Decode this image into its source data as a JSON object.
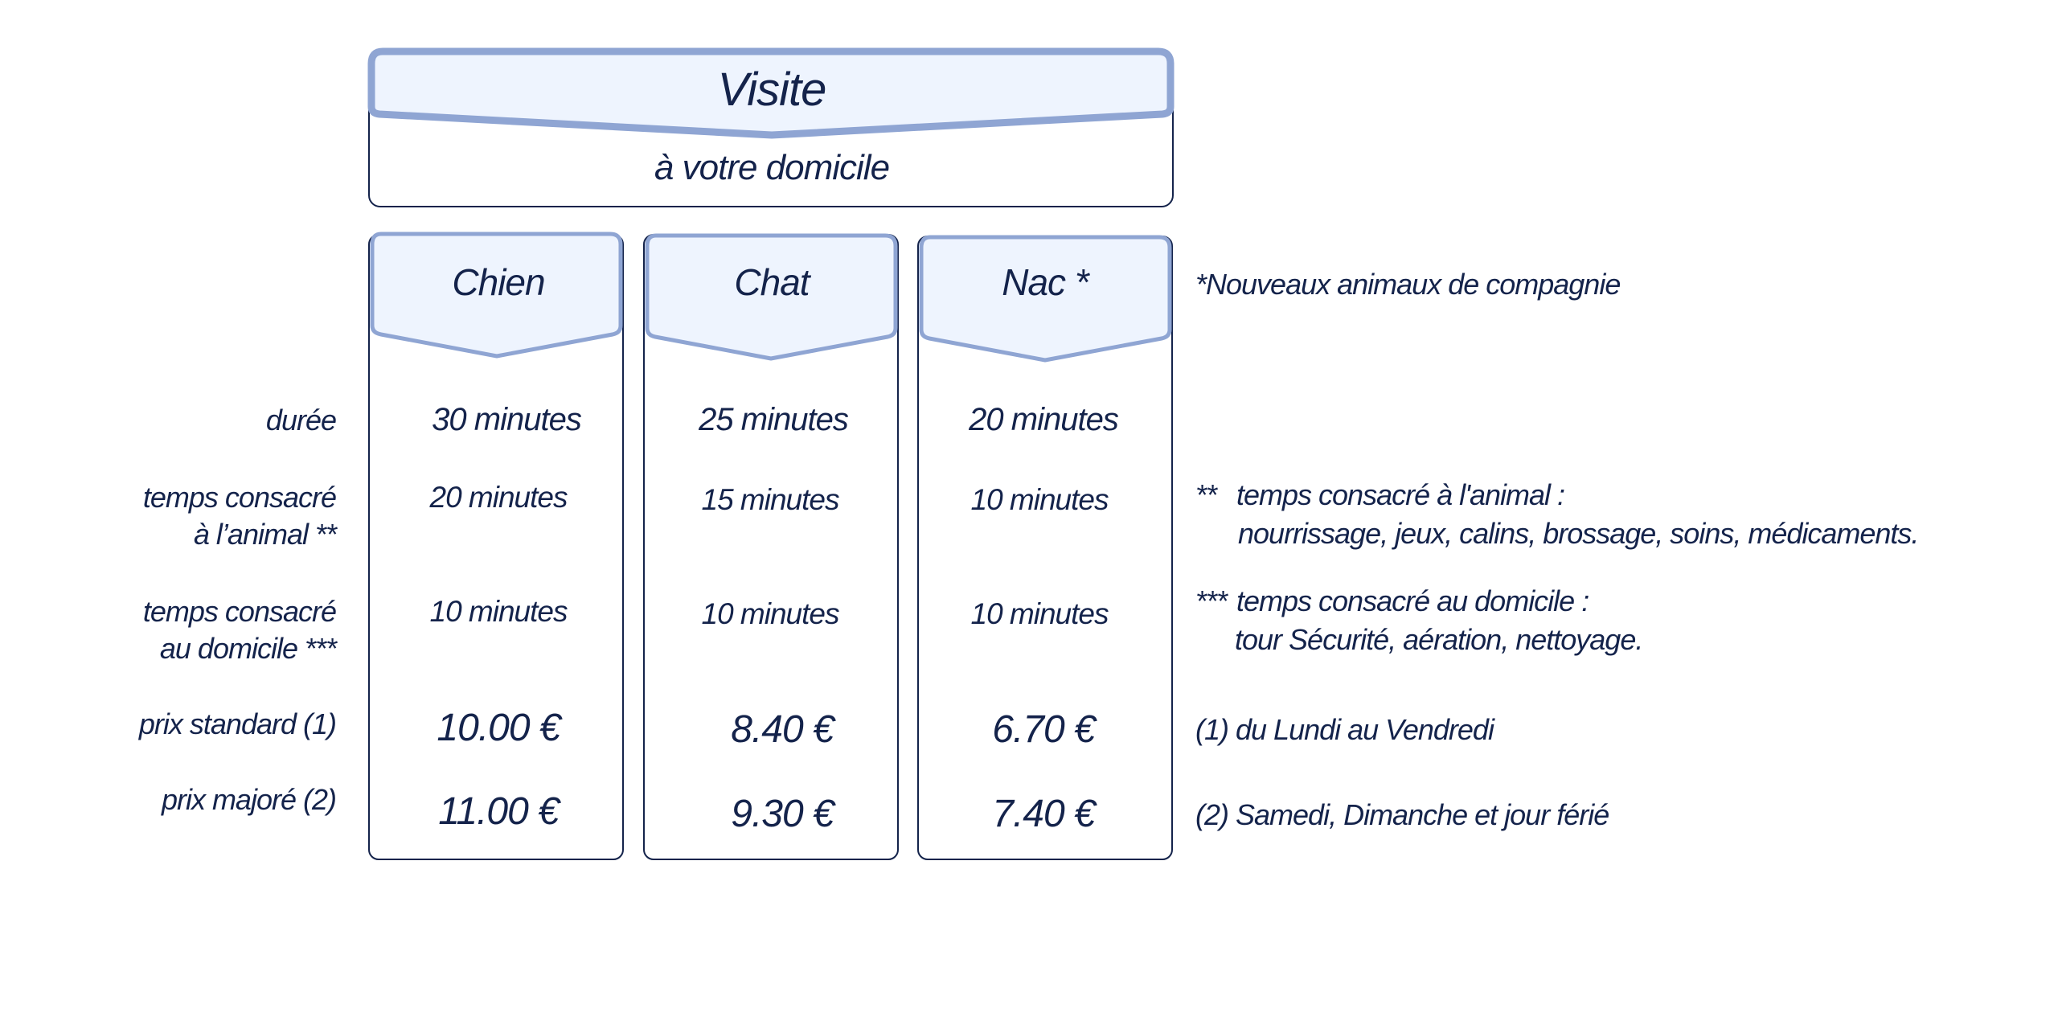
{
  "header": {
    "title": "Visite",
    "subtitle": "à votre domicile"
  },
  "columns": [
    {
      "name": "Chien",
      "duree": "30 minutes",
      "temps_animal": "20 minutes",
      "temps_domicile": "10 minutes",
      "prix_standard": "10.00 €",
      "prix_majore": "11.00 €"
    },
    {
      "name": "Chat",
      "duree": "25 minutes",
      "temps_animal": "15 minutes",
      "temps_domicile": "10 minutes",
      "prix_standard": "8.40 €",
      "prix_majore": "9.30 €"
    },
    {
      "name": "Nac *",
      "duree": "20 minutes",
      "temps_animal": "10 minutes",
      "temps_domicile": "10 minutes",
      "prix_standard": "6.70 €",
      "prix_majore": "7.40 €"
    }
  ],
  "row_labels": {
    "duree": "durée",
    "temps_animal_l1": "temps consacré",
    "temps_animal_l2": "à l’animal  **",
    "temps_domicile_l1": "temps consacré",
    "temps_domicile_l2": "au domicile  ***",
    "prix_standard": "prix standard  (1)",
    "prix_majore": "prix majoré  (2)"
  },
  "notes": {
    "nac": "*Nouveaux animaux de compagnie",
    "animal_mark": "**",
    "animal_title": "temps consacré à l'animal :",
    "animal_detail": "nourrissage, jeux, calins, brossage, soins, médicaments.",
    "domicile_mark": "***",
    "domicile_title": "temps consacré au domicile :",
    "domicile_detail": "tour Sécurité, aération, nettoyage.",
    "standard": "(1)   du Lundi au Vendredi",
    "majore": "(2)  Samedi, Dimanche et jour férié"
  },
  "colors": {
    "frame_fill": "#eef4fe",
    "frame_stroke": "#8fa5d3",
    "text": "#14234b"
  }
}
